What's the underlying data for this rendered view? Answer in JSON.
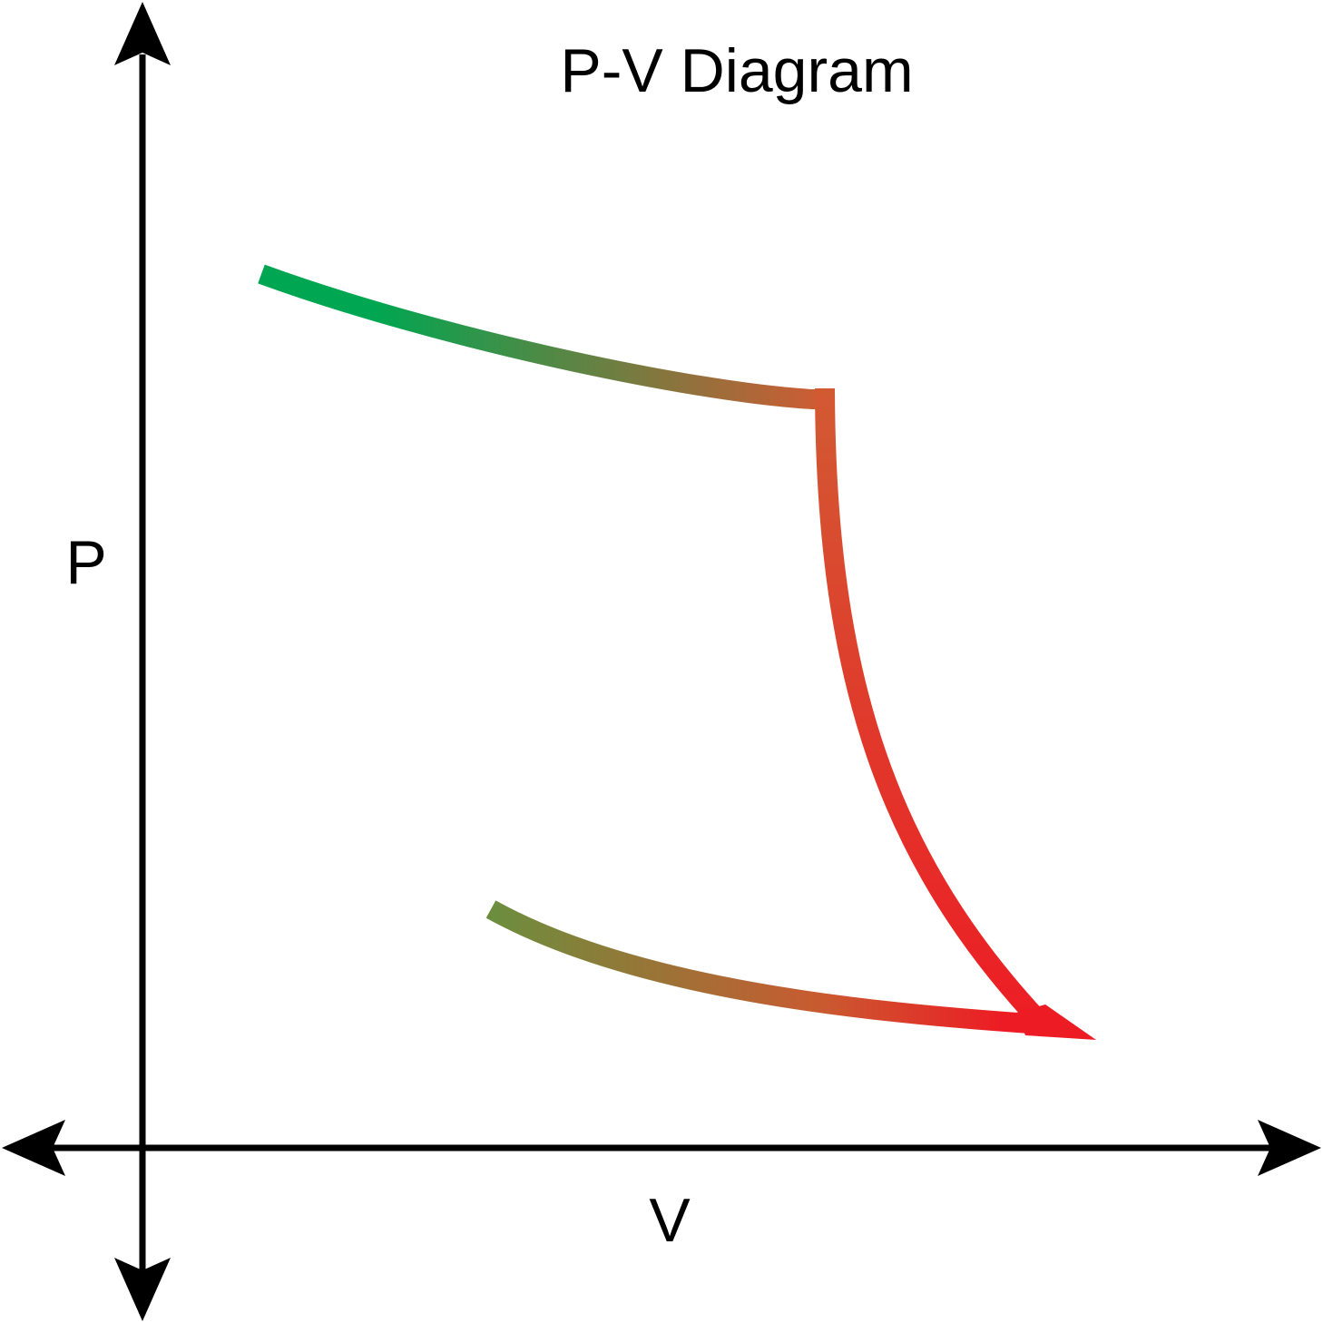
{
  "title": "P-V Diagram",
  "axes": {
    "x_label": "V",
    "y_label": "P"
  },
  "colors": {
    "axis": "#000000",
    "curve_start": "#00a651",
    "curve_end": "#ed1c24",
    "background": "#ffffff"
  }
}
